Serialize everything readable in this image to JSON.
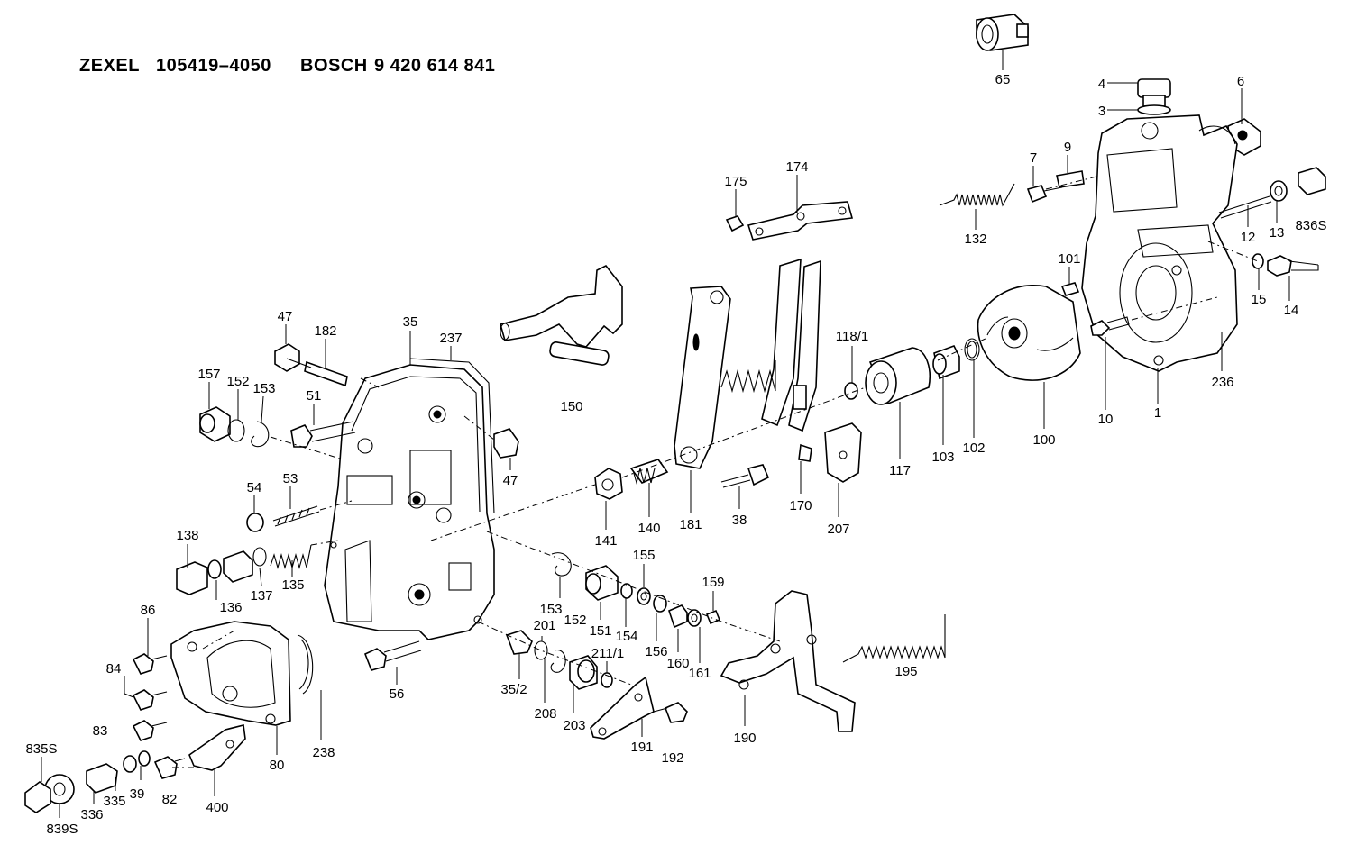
{
  "header": {
    "brand1": "ZEXEL",
    "code1": "105419–4050",
    "brand2": "BOSCH",
    "code2": "9 420 614 841"
  },
  "labels": {
    "p65": "65",
    "p4": "4",
    "p3": "3",
    "p6": "6",
    "p7": "7",
    "p9": "9",
    "p175": "175",
    "p174": "174",
    "p132": "132",
    "p12": "12",
    "p13": "13",
    "p836S": "836S",
    "p101": "101",
    "p15": "15",
    "p14": "14",
    "p47a": "47",
    "p182": "182",
    "p35": "35",
    "p237": "237",
    "p150": "150",
    "p118_1": "118/1",
    "p157": "157",
    "p152a": "152",
    "p153a": "153",
    "p51": "51",
    "p47b": "47",
    "p10": "10",
    "p1": "1",
    "p236": "236",
    "p100": "100",
    "p102": "102",
    "p103": "103",
    "p117": "117",
    "p54": "54",
    "p53": "53",
    "p141": "141",
    "p140": "140",
    "p181": "181",
    "p38": "38",
    "p170": "170",
    "p207": "207",
    "p138": "138",
    "p136": "136",
    "p137": "137",
    "p135": "135",
    "p155": "155",
    "p159": "159",
    "p153b": "153",
    "p152b": "152",
    "p151": "151",
    "p154": "154",
    "p156": "156",
    "p160": "160",
    "p161": "161",
    "p201": "201",
    "p211_1": "211/1",
    "p86": "86",
    "p84": "84",
    "p83": "83",
    "p56": "56",
    "p35_2": "35/2",
    "p208": "208",
    "p203": "203",
    "p195": "195",
    "p191": "191",
    "p192": "192",
    "p190": "190",
    "p80": "80",
    "p238": "238",
    "p835S": "835S",
    "p839S": "839S",
    "p336": "336",
    "p335": "335",
    "p39": "39",
    "p82": "82",
    "p400": "400"
  }
}
